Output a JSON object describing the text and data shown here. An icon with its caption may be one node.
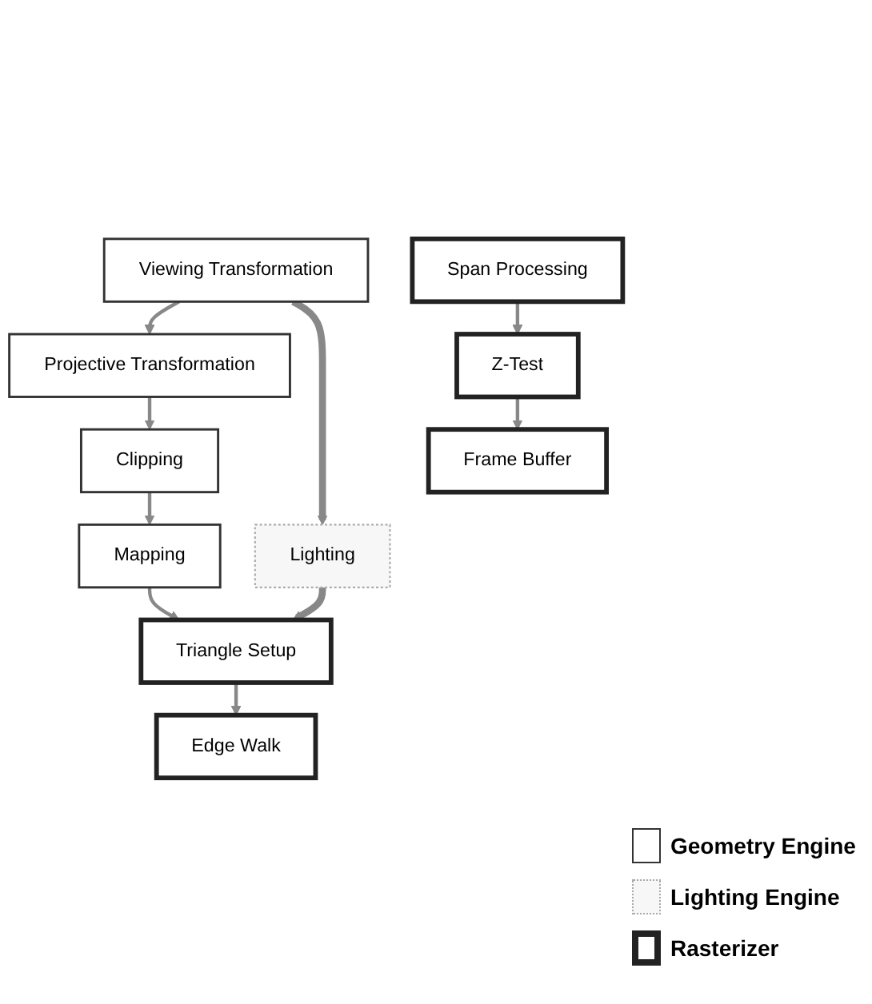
{
  "diagram": {
    "nodes": [
      {
        "text": [
          "Viewing Transformation"
        ]
      },
      {
        "text": [
          "Projective Transformation"
        ]
      },
      {
        "text": [
          "Clipping"
        ]
      },
      {
        "text": [
          "Mapping"
        ]
      },
      {
        "text": [
          "Lighting"
        ]
      },
      {
        "text": [
          "Triangle Setup"
        ]
      },
      {
        "text": [
          "Edge Walk"
        ]
      },
      {
        "text": [
          "Span Processing"
        ]
      },
      {
        "text": [
          "Z-Test"
        ]
      },
      {
        "text": [
          "Frame Buffer"
        ]
      }
    ],
    "edges": [
      {
        "from": 0,
        "to": 1,
        "arrow": "to"
      },
      {
        "from": 1,
        "to": 2,
        "arrow": "to"
      },
      {
        "from": 2,
        "to": 3,
        "arrow": "to"
      },
      {
        "from": 0,
        "to": 4,
        "arrow": "to",
        "style": "thick"
      },
      {
        "from": 3,
        "to": 5,
        "arrow": "to"
      },
      {
        "from": 4,
        "to": 5,
        "arrow": "to",
        "style": "thick"
      },
      {
        "from": 5,
        "to": 6,
        "arrow": "to"
      },
      {
        "from": 7,
        "to": 8,
        "arrow": "to"
      },
      {
        "from": 8,
        "to": 9,
        "arrow": "to"
      }
    ],
    "legend": [
      {
        "text": "Geometry Engine"
      },
      {
        "text": "Lighting Engine"
      },
      {
        "text": "Rasterizer"
      }
    ]
  }
}
